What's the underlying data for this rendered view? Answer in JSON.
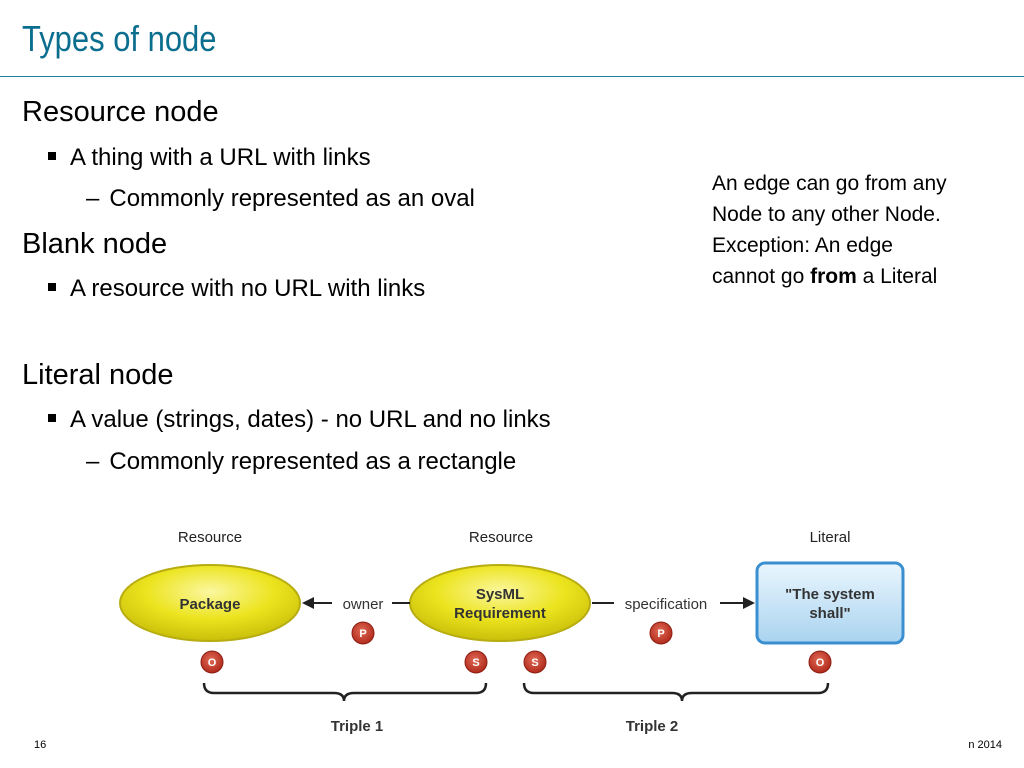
{
  "title": "Types of node",
  "bullets": {
    "resource_heading": "Resource node",
    "resource_sub": "A thing with a URL with links",
    "resource_subsub": "Commonly represented as an oval",
    "blank_heading": "Blank node",
    "blank_sub": "A resource with no URL with links",
    "literal_heading": "Literal node",
    "literal_sub": "A value (strings, dates) - no URL and no links",
    "literal_subsub": "Commonly represented as a rectangle",
    "dash": "–"
  },
  "note": {
    "line1": "An edge can go from any",
    "line2": "Node to any other Node.",
    "line3": "Exception: An edge",
    "line4_pre": "cannot go ",
    "line4_bold": "from",
    "line4_post": " a Literal"
  },
  "diagram": {
    "label_resource_1": "Resource",
    "label_resource_2": "Resource",
    "label_literal": "Literal",
    "node_package": "Package",
    "node_sysml_line1": "SysML",
    "node_sysml_line2": "Requirement",
    "node_literal_line1": "\"The system",
    "node_literal_line2": "shall\"",
    "edge_owner": "owner",
    "edge_specification": "specification",
    "badge_p": "P",
    "badge_o": "O",
    "badge_s": "S",
    "triple1": "Triple 1",
    "triple2": "Triple 2",
    "colors": {
      "oval_fill": "#e8e21a",
      "literal_fill": "#bfe0f5",
      "literal_stroke": "#3a8fd0",
      "badge_fill": "#c0392b"
    }
  },
  "footer": {
    "page_number": "16",
    "right_text": "n 2014"
  }
}
